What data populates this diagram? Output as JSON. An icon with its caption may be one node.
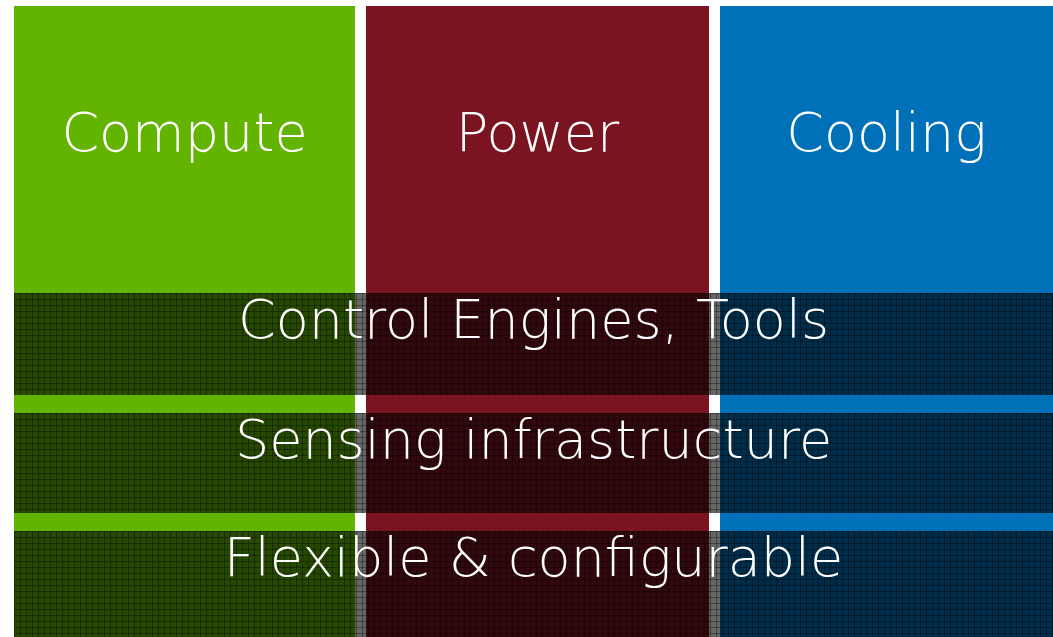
{
  "diagram": {
    "nodes": [
      {
        "text": [
          "Compute"
        ]
      },
      {
        "text": [
          "Power"
        ]
      },
      {
        "text": [
          "Cooling"
        ]
      },
      {
        "text": [
          "Control Engines, Tools"
        ]
      },
      {
        "text": [
          "Sensing infrastructure"
        ]
      },
      {
        "text": [
          "Flexible & configurable"
        ]
      }
    ]
  }
}
